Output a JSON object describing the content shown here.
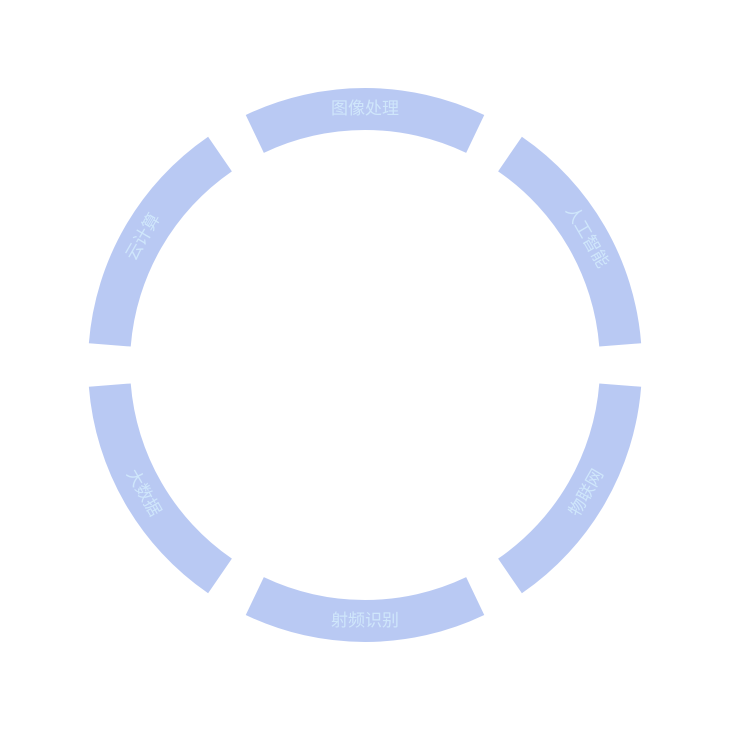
{
  "colors": {
    "segment_fill": "#b9c9f3",
    "label_color": "#cfe6fb",
    "background": "#ffffff"
  },
  "segments": [
    {
      "id": "image-processing",
      "label": "图像处理"
    },
    {
      "id": "ai",
      "label": "人工智能"
    },
    {
      "id": "iot",
      "label": "物联网"
    },
    {
      "id": "rfid",
      "label": "射频识别"
    },
    {
      "id": "big-data",
      "label": "大数据"
    },
    {
      "id": "cloud-computing",
      "label": "云计算"
    }
  ]
}
